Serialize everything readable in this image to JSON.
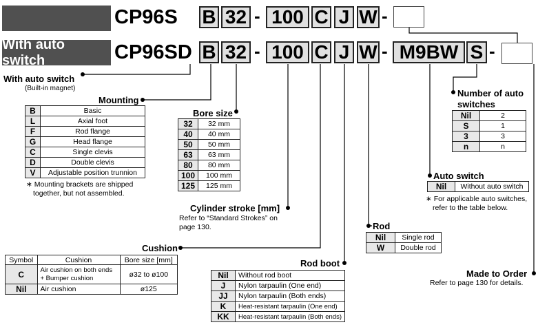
{
  "row1": {
    "model": "CP96S",
    "codes": [
      "B",
      "32",
      "100",
      "C",
      "J",
      "W"
    ]
  },
  "row2": {
    "tag": "With auto switch",
    "model": "CP96SD",
    "codes": [
      "B",
      "32",
      "100",
      "C",
      "J",
      "W",
      "M9BW",
      "S"
    ]
  },
  "auto_switch_label": {
    "title": "With auto switch",
    "sub": "(Built-in magnet)"
  },
  "mounting": {
    "title": "Mounting",
    "rows": [
      {
        "k": "B",
        "v": "Basic"
      },
      {
        "k": "L",
        "v": "Axial foot"
      },
      {
        "k": "F",
        "v": "Rod flange"
      },
      {
        "k": "G",
        "v": "Head flange"
      },
      {
        "k": "C",
        "v": "Single clevis"
      },
      {
        "k": "D",
        "v": "Double clevis"
      },
      {
        "k": "V",
        "v": "Adjustable position trunnion"
      }
    ],
    "note_line1": "Mounting brackets are shipped",
    "note_line2": "together, but not assembled."
  },
  "bore": {
    "title": "Bore size",
    "rows": [
      {
        "k": "32",
        "v": "32 mm"
      },
      {
        "k": "40",
        "v": "40 mm"
      },
      {
        "k": "50",
        "v": "50 mm"
      },
      {
        "k": "63",
        "v": "63 mm"
      },
      {
        "k": "80",
        "v": "80 mm"
      },
      {
        "k": "100",
        "v": "100 mm"
      },
      {
        "k": "125",
        "v": "125 mm"
      }
    ]
  },
  "stroke": {
    "title": "Cylinder stroke [mm]",
    "line1": "Refer to “Standard Strokes” on",
    "line2": "page 130."
  },
  "cushion": {
    "title": "Cushion",
    "headers": [
      "Symbol",
      "Cushion",
      "Bore size [mm]"
    ],
    "rows": [
      {
        "k": "C",
        "v1": "Air cushion on both ends",
        "v2": "+ Bumper cushion",
        "b": "ø32 to ø100"
      },
      {
        "k": "Nil",
        "v1": "Air cushion",
        "v2": "",
        "b": "ø125"
      }
    ]
  },
  "rod_boot": {
    "title": "Rod boot",
    "rows": [
      {
        "k": "Nil",
        "v": "Without rod boot"
      },
      {
        "k": "J",
        "v": "Nylon tarpaulin (One end)"
      },
      {
        "k": "JJ",
        "v": "Nylon tarpaulin (Both ends)"
      },
      {
        "k": "K",
        "v": "Heat-resistant tarpaulin (One end)"
      },
      {
        "k": "KK",
        "v": "Heat-resistant tarpaulin (Both ends)"
      }
    ]
  },
  "rod": {
    "title": "Rod",
    "rows": [
      {
        "k": "Nil",
        "v": "Single rod"
      },
      {
        "k": "W",
        "v": "Double rod"
      }
    ]
  },
  "num_switches": {
    "title_line1": "Number of auto",
    "title_line2": "switches",
    "rows": [
      {
        "k": "Nil",
        "v": "2"
      },
      {
        "k": "S",
        "v": "1"
      },
      {
        "k": "3",
        "v": "3"
      },
      {
        "k": "n",
        "v": "n"
      }
    ]
  },
  "auto_switch": {
    "title": "Auto switch",
    "row": {
      "k": "Nil",
      "v": "Without auto switch"
    },
    "note_line1": "For applicable auto switches,",
    "note_line2": "refer to the table below."
  },
  "made_to_order": {
    "title": "Made to Order",
    "sub": "Refer to page 130 for details."
  },
  "note_mark": "∗"
}
